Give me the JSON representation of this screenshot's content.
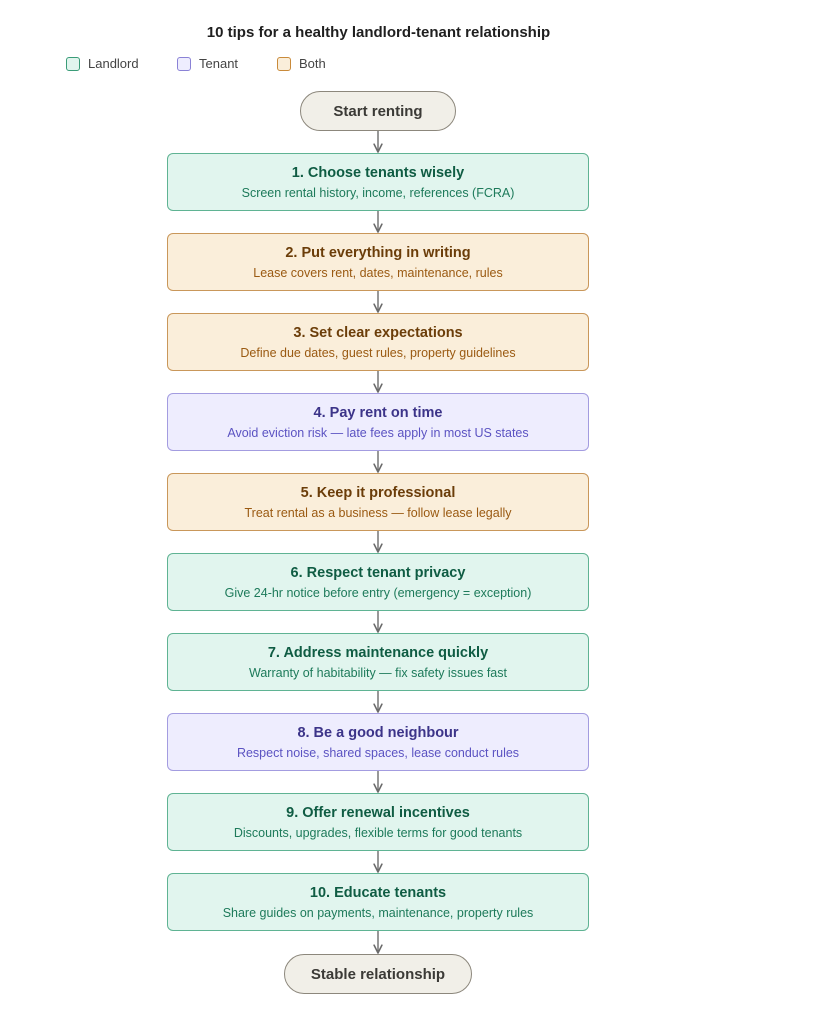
{
  "title": "10 tips for a healthy landlord-tenant relationship",
  "legend": [
    {
      "label": "Landlord"
    },
    {
      "label": "Tenant"
    },
    {
      "label": "Both"
    }
  ],
  "start": "Start renting",
  "end": "Stable relationship",
  "steps": [
    {
      "title": "1. Choose tenants wisely",
      "desc": "Screen rental history, income, references (FCRA)",
      "role": "landlord"
    },
    {
      "title": "2. Put everything in writing",
      "desc": "Lease covers rent, dates, maintenance, rules",
      "role": "both"
    },
    {
      "title": "3. Set clear expectations",
      "desc": "Define due dates, guest rules, property guidelines",
      "role": "both"
    },
    {
      "title": "4. Pay rent on time",
      "desc": "Avoid eviction risk — late fees apply in most US states",
      "role": "tenant"
    },
    {
      "title": "5. Keep it professional",
      "desc": "Treat rental as a business — follow lease legally",
      "role": "both"
    },
    {
      "title": "6. Respect tenant privacy",
      "desc": "Give 24-hr notice before entry (emergency = exception)",
      "role": "landlord"
    },
    {
      "title": "7. Address maintenance quickly",
      "desc": "Warranty of habitability — fix safety issues fast",
      "role": "landlord"
    },
    {
      "title": "8. Be a good neighbour",
      "desc": "Respect noise, shared spaces, lease conduct rules",
      "role": "tenant"
    },
    {
      "title": "9. Offer renewal incentives",
      "desc": "Discounts, upgrades, flexible terms for good tenants",
      "role": "landlord"
    },
    {
      "title": "10. Educate tenants",
      "desc": "Share guides on payments, maintenance, property rules",
      "role": "landlord"
    }
  ]
}
